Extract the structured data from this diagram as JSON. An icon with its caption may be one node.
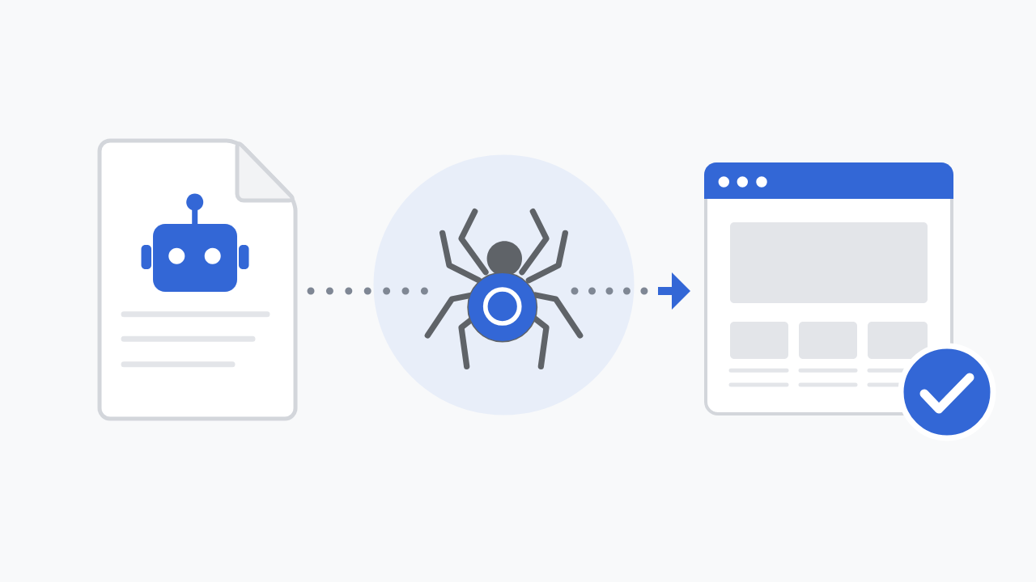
{
  "diagram": {
    "nodes": [
      {
        "text": [],
        "shape": "picture"
      },
      {
        "text": [],
        "shape": "circle"
      },
      {
        "text": [],
        "shape": "picture",
        "in": 1
      },
      {
        "text": [],
        "shape": "picture"
      }
    ],
    "edges": [
      {
        "from": 0,
        "to": 2,
        "arrow": "none",
        "style": "dashed"
      },
      {
        "from": 2,
        "to": 3,
        "arrow": "to",
        "style": "dashed"
      }
    ]
  }
}
